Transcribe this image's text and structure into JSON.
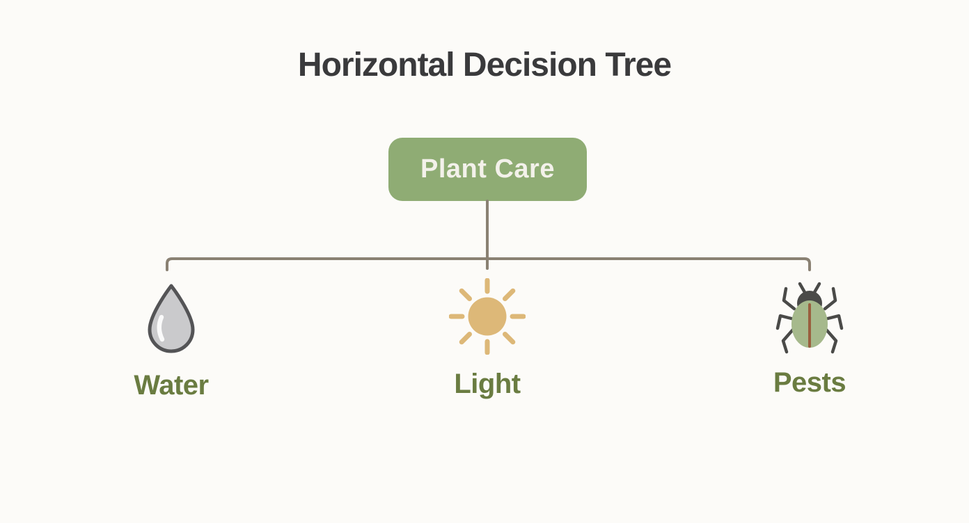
{
  "title": "Horizontal Decision Tree",
  "root": {
    "label": "Plant Care"
  },
  "branches": [
    {
      "label": "Water",
      "icon": "water-drop-icon"
    },
    {
      "label": "Light",
      "icon": "sun-icon"
    },
    {
      "label": "Pests",
      "icon": "bug-icon"
    }
  ],
  "colors": {
    "background": "#fcfbf8",
    "title_text": "#3a3a3c",
    "root_fill": "#8fac74",
    "root_text": "#f3f1ea",
    "label_text": "#6a7c41",
    "connector": "#8a8173",
    "drop_fill": "#cacacc",
    "drop_stroke": "#545456",
    "drop_highlight": "#fafafa",
    "sun_fill": "#ddb878",
    "bug_body": "#a6b98c",
    "bug_dark": "#4a4a48",
    "bug_stripe": "#9a5f3e"
  }
}
